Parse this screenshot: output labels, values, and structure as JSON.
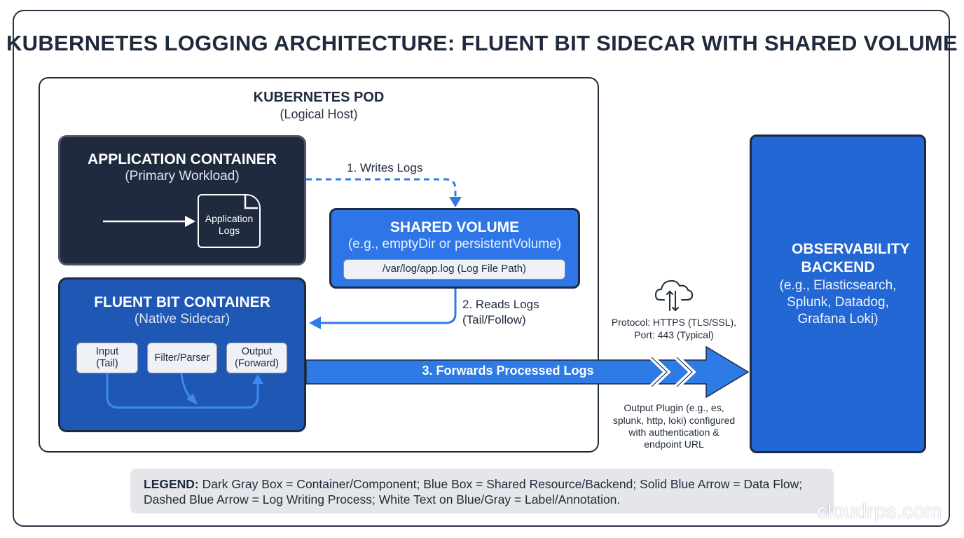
{
  "title": "KUBERNETES LOGGING ARCHITECTURE: FLUENT BIT SIDECAR WITH SHARED VOLUME",
  "pod": {
    "title": "KUBERNETES POD",
    "subtitle": "(Logical Host)"
  },
  "app_container": {
    "title": "APPLICATION CONTAINER",
    "subtitle": "(Primary Workload)",
    "file_label": "Application Logs"
  },
  "shared_volume": {
    "title": "SHARED VOLUME",
    "subtitle": "(e.g., emptyDir or persistentVolume)",
    "path": "/var/log/app.log (Log File Path)"
  },
  "fluent_bit": {
    "title": "FLUENT BIT CONTAINER",
    "subtitle": "(Native Sidecar)",
    "stages": [
      "Input (Tail)",
      "Filter/Parser",
      "Output (Forward)"
    ]
  },
  "backend": {
    "title": "OBSERVABILITY BACKEND",
    "subtitle": "(e.g., Elasticsearch, Splunk, Datadog, Grafana Loki)"
  },
  "flows": {
    "writes": "1. Writes Logs",
    "reads_1": "2. Reads Logs",
    "reads_2": "(Tail/Follow)",
    "forwards": "3. Forwards Processed Logs"
  },
  "protocol": {
    "line1": "Protocol: HTTPS (TLS/SSL),",
    "line2": "Port: 443 (Typical)"
  },
  "output_plugin": {
    "line1": "Output Plugin (e.g., es,",
    "line2": "splunk, http, loki) configured",
    "line3": "with authentication &",
    "line4": "endpoint URL"
  },
  "legend": {
    "label": "LEGEND:",
    "line1": " Dark Gray Box = Container/Component; Blue Box = Shared Resource/Backend; Solid Blue Arrow = Data Flow;",
    "line2": "Dashed Blue Arrow = Log Writing Process; White Text on Blue/Gray = Label/Annotation."
  },
  "watermark": "cloudrps.com",
  "icons": {
    "cloud": "cloud-upload-download-icon",
    "file": "document-icon"
  },
  "colors": {
    "dark_box": "#1f2a3e",
    "blue_box": "#2e76e8",
    "fluent_box": "#1f57b4",
    "backend_box": "#2367d4",
    "arrow_blue": "#2e7be6"
  }
}
